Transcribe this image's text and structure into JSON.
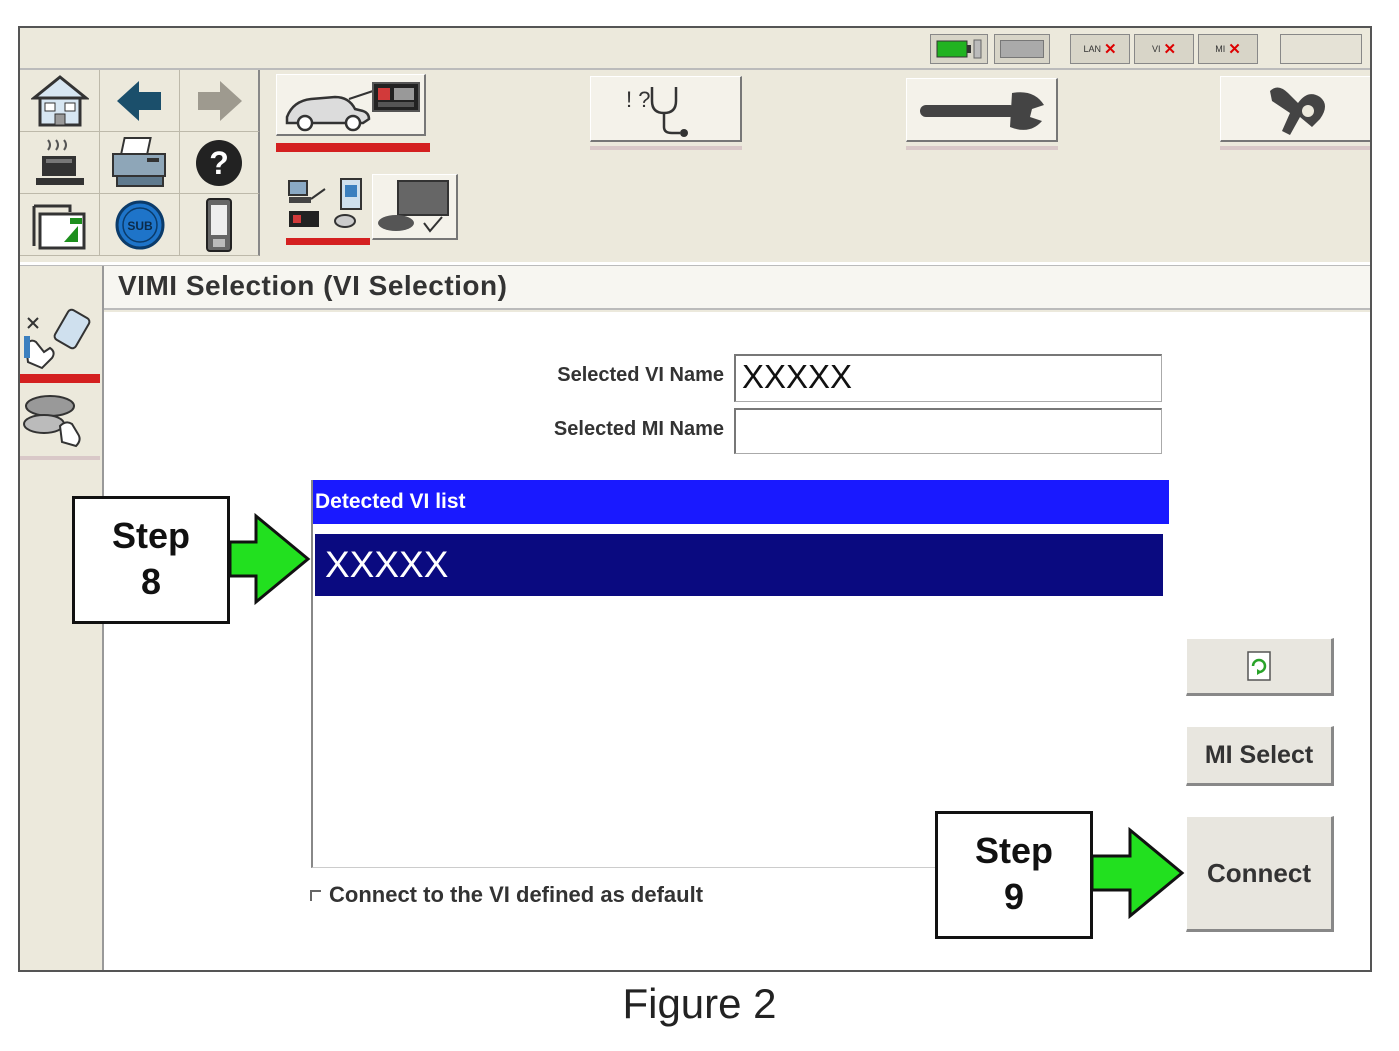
{
  "window": {
    "title": "VIMI Selection (VI Selection)"
  },
  "status_bar": {
    "indicators": [
      {
        "name": "battery-indicator",
        "label": ""
      },
      {
        "name": "blank-indicator",
        "label": ""
      },
      {
        "name": "lan-indicator",
        "label": "LAN"
      },
      {
        "name": "vi-indicator",
        "label": "VI"
      },
      {
        "name": "mi-indicator",
        "label": "MI"
      },
      {
        "name": "blank-indicator-2",
        "label": ""
      }
    ]
  },
  "toolbar": {
    "buttons": [
      "home-icon",
      "back-arrow-icon",
      "forward-arrow-icon",
      "coffee-cup-icon",
      "printer-icon",
      "help-icon",
      "screen-capture-icon",
      "sub-icon",
      "mobile-device-icon"
    ],
    "sub_label": "SUB",
    "help_glyph": "?"
  },
  "mode_tabs": [
    {
      "name": "vehicle-connection-tab",
      "active": true
    },
    {
      "name": "diagnosis-tab",
      "active": false
    },
    {
      "name": "repair-tab",
      "active": false
    },
    {
      "name": "maintenance-tab",
      "active": false
    }
  ],
  "diagnosis_glyph": "! ?",
  "form": {
    "vi_name_label": "Selected VI Name",
    "vi_name_value": "XXXXX",
    "mi_name_label": "Selected MI Name",
    "mi_name_value": ""
  },
  "vi_list": {
    "header": "Detected VI list",
    "items": [
      "XXXXX"
    ],
    "selected_index": 0
  },
  "default_checkbox": {
    "label": "Connect to the VI defined as default",
    "checked": false
  },
  "buttons": {
    "refresh": "",
    "mi_select": "MI Select",
    "connect": "Connect"
  },
  "callouts": {
    "step8": {
      "line1": "Step",
      "line2": "8"
    },
    "step9": {
      "line1": "Step",
      "line2": "9"
    },
    "arrow_color": "#22e01f"
  },
  "caption": "Figure 2",
  "colors": {
    "active_tab": "#d42020",
    "list_header": "#1919ff",
    "selected_row": "#0a0a80"
  }
}
